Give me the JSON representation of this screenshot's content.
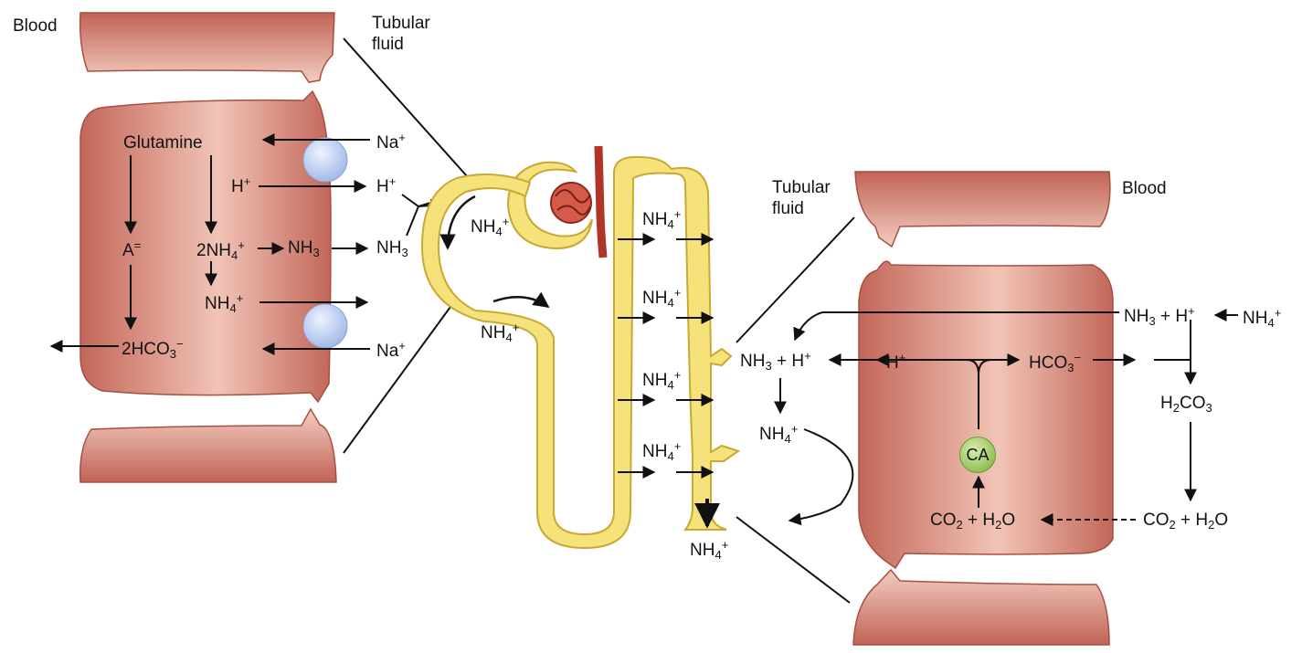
{
  "labels": {
    "blood_left": "Blood",
    "tubular_fluid_left": "Tubular fluid",
    "tubular_fluid_right": "Tubular fluid",
    "blood_right": "Blood"
  },
  "left_cell": {
    "glutamine": "Glutamine",
    "na_top_lumen": "Na",
    "h_cell": "H",
    "h_lumen": "H",
    "a_anion": "A",
    "two_nh4": "2NH",
    "nh3_cell": "NH",
    "nh3_lumen": "NH",
    "nh4_cell": "NH",
    "two_hco3": "2HCO",
    "na_bottom_lumen": "Na"
  },
  "nephron": {
    "nh4_proximal": "NH",
    "nh4_loop": "NH",
    "nh4_col1": "NH",
    "nh4_col2": "NH",
    "nh4_col3": "NH",
    "nh4_col4": "NH",
    "nh4_exit": "NH"
  },
  "right_cell": {
    "nh3_blood": "NH",
    "plus_1": "+",
    "h_blood": "H",
    "nh4_blood": "NH",
    "nh3_lumen": "NH",
    "plus_2": "+",
    "h_lumen": "H",
    "h_cell": "H",
    "hco3_cell": "HCO",
    "h2co3": "H",
    "h2co3_mid": "CO",
    "nh4_lumen": "NH",
    "ca": "CA",
    "co2_cell": "CO",
    "plus_3": "+",
    "h2o_cell": "H",
    "h2o_cell_o": "O",
    "co2_blood": "CO",
    "plus_4": "+",
    "h2o_blood": "H",
    "h2o_blood_o": "O"
  },
  "colors": {
    "cell_fill": "#d98a80",
    "cell_dark": "#c86e62",
    "nephron_fill": "#f6e27a",
    "nephron_stroke": "#c9a833",
    "glomerulus": "#c0392b",
    "transporter": "#b7cbed",
    "carbonic_anhydrase": "#a9cf6c",
    "line": "#111111"
  }
}
